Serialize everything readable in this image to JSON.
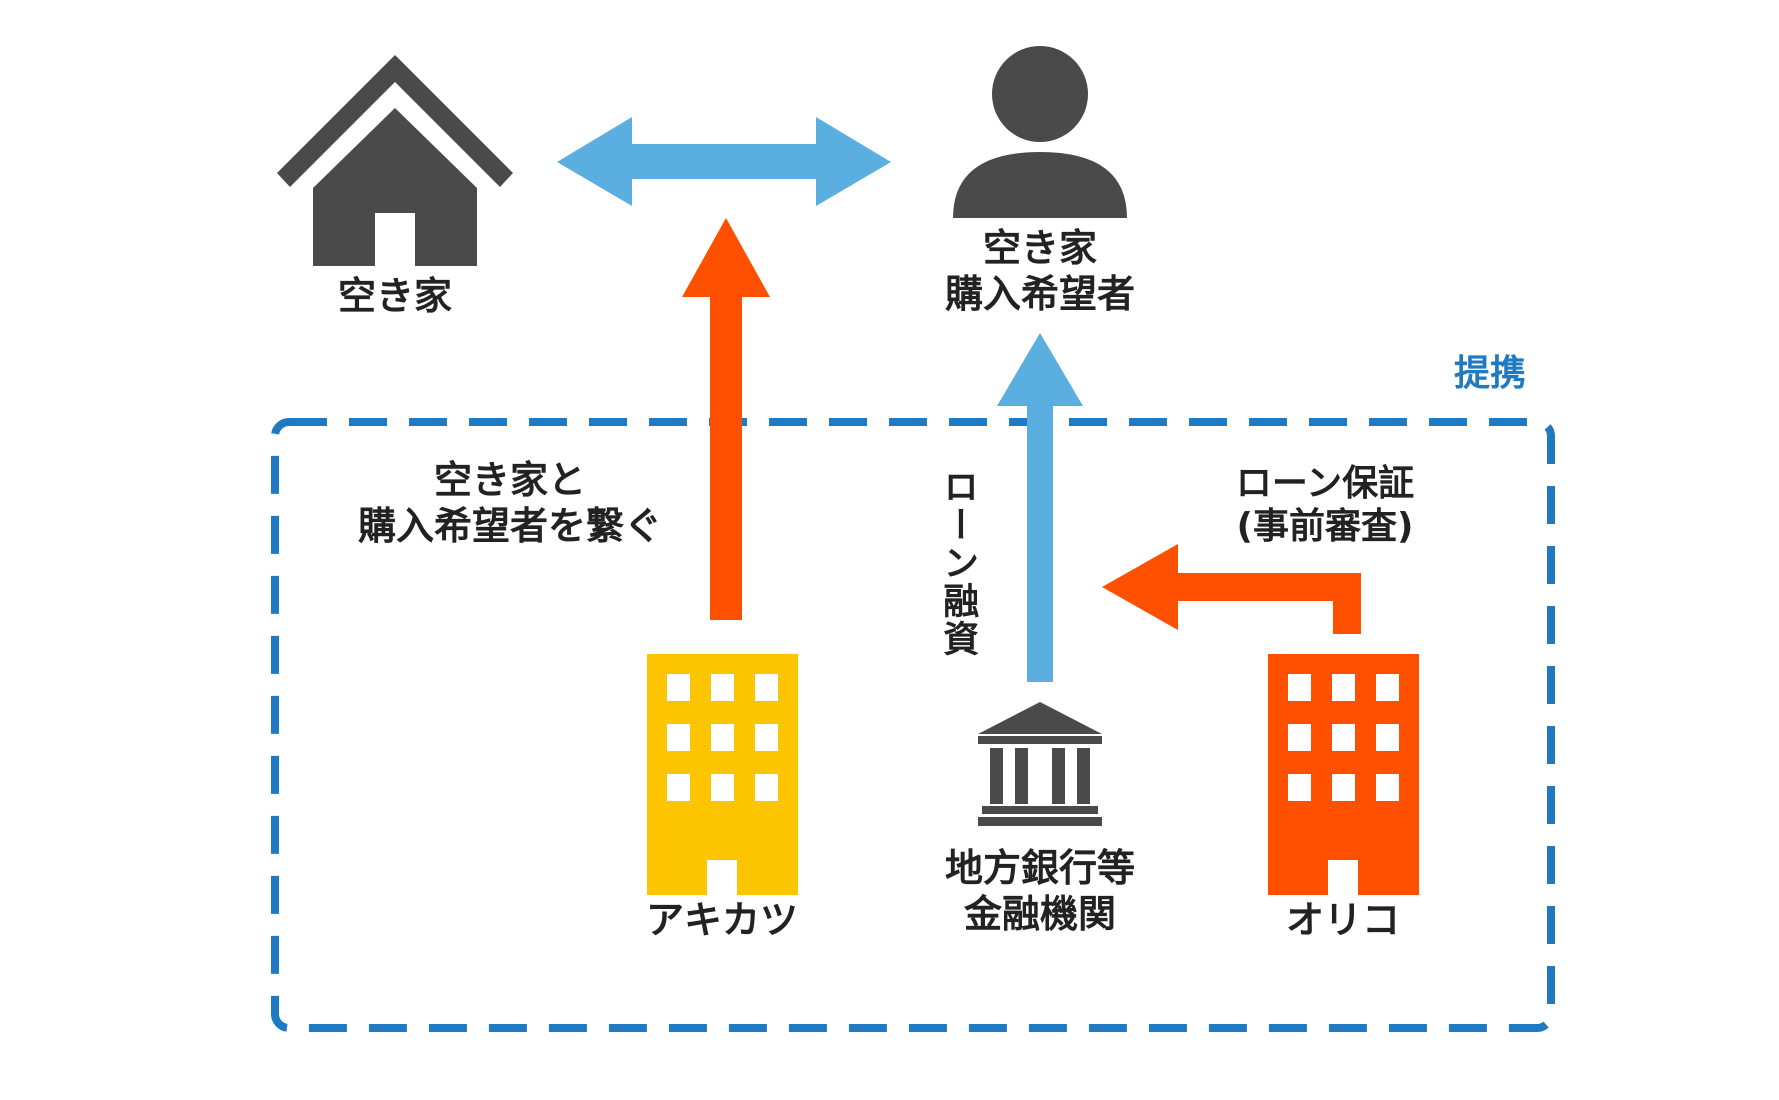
{
  "colors": {
    "icon_gray": "#4a4a4a",
    "arrow_blue": "#5aaee0",
    "arrow_orange": "#ff5000",
    "building_yellow": "#fcc500",
    "building_orange": "#ff5000",
    "partnership_border": "#1f7ac2"
  },
  "icons": {
    "house": "house-icon",
    "person": "person-icon",
    "bank": "bank-icon",
    "akikatsu_building": "building-icon",
    "orico_building": "building-icon"
  },
  "nodes": {
    "vacant_house": {
      "label": "空き家"
    },
    "buyer": {
      "line1": "空き家",
      "line2": "購入希望者"
    },
    "akikatsu": {
      "label": "アキカツ"
    },
    "bank": {
      "line1": "地方銀行等",
      "line2": "金融機関"
    },
    "orico": {
      "label": "オリコ"
    }
  },
  "edges": {
    "connect": {
      "line1": "空き家と",
      "line2": "購入希望者を繋ぐ"
    },
    "loan": {
      "label": "ローン融資"
    },
    "guarantee": {
      "line1": "ローン保証",
      "line2": "(事前審査)"
    }
  },
  "group": {
    "label": "提携"
  }
}
